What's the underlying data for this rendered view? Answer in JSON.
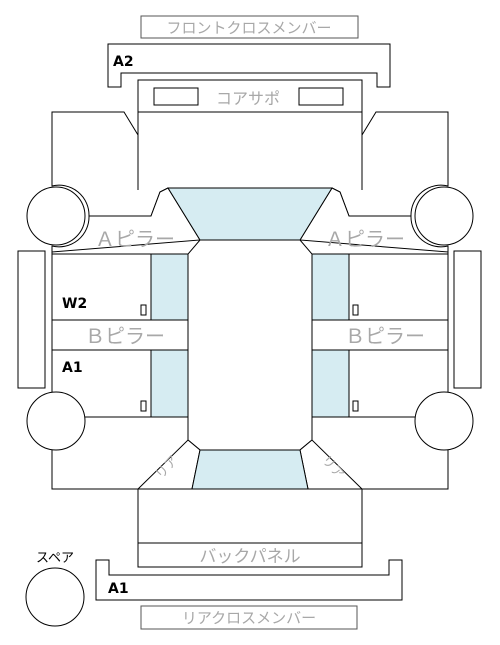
{
  "labels": {
    "front_cross_member": "フロントクロスメンバー",
    "core_support": "コアサポ",
    "a_pillar": "Ａピラー",
    "b_pillar": "Ｂピラー",
    "back_panel": "バックパネル",
    "rear_cross_member": "リアクロスメンバー",
    "spare": "スペア",
    "rear_corner": "リア"
  },
  "markers": {
    "front": "A2",
    "left_side_upper": "W2",
    "left_side_lower": "A1",
    "rear": "A1"
  },
  "colors": {
    "glass": "#d6ecf2",
    "part_label": "#a8a8a8",
    "outline": "#000000"
  }
}
